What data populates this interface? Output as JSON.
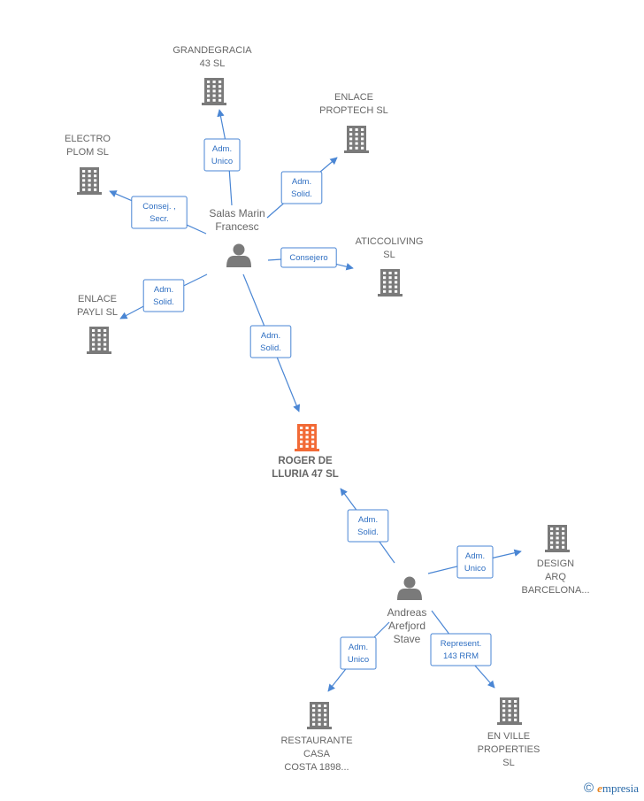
{
  "colors": {
    "company": "#7a7a7a",
    "main_company": "#f26a36",
    "person": "#7a7a7a",
    "edge": "#4a86d4"
  },
  "persons": [
    {
      "id": "salas",
      "lines": [
        "Salas Marin",
        "Francesc"
      ]
    },
    {
      "id": "andreas",
      "lines": [
        "Andreas",
        "Arefjord",
        "Stave"
      ]
    }
  ],
  "companies": [
    {
      "id": "grandegracia",
      "lines": [
        "GRANDEGRACIA",
        "43 SL"
      ],
      "main": false
    },
    {
      "id": "enlace_proptech",
      "lines": [
        "ENLACE",
        "PROPTECH  SL"
      ],
      "main": false
    },
    {
      "id": "electro_plom",
      "lines": [
        "ELECTRO",
        "PLOM SL"
      ],
      "main": false
    },
    {
      "id": "aticcoliving",
      "lines": [
        "ATICCOLIVING",
        "SL"
      ],
      "main": false
    },
    {
      "id": "enlace_payli",
      "lines": [
        "ENLACE",
        "PAYLI  SL"
      ],
      "main": false
    },
    {
      "id": "roger",
      "lines": [
        "ROGER DE",
        "LLURIA 47  SL"
      ],
      "main": true
    },
    {
      "id": "design_arq",
      "lines": [
        "DESIGN",
        "ARQ",
        "BARCELONA..."
      ],
      "main": false
    },
    {
      "id": "restaurante",
      "lines": [
        "RESTAURANTE",
        "CASA",
        "COSTA 1898..."
      ],
      "main": false
    },
    {
      "id": "en_ville",
      "lines": [
        "EN VILLE",
        "PROPERTIES",
        "SL"
      ],
      "main": false
    }
  ],
  "edges": [
    {
      "from": "salas",
      "to": "grandegracia",
      "label": [
        "Adm.",
        "Unico"
      ]
    },
    {
      "from": "salas",
      "to": "enlace_proptech",
      "label": [
        "Adm.",
        "Solid."
      ]
    },
    {
      "from": "salas",
      "to": "electro_plom",
      "label": [
        "Consej. ,",
        "Secr."
      ]
    },
    {
      "from": "salas",
      "to": "aticcoliving",
      "label": [
        "Consejero"
      ]
    },
    {
      "from": "salas",
      "to": "enlace_payli",
      "label": [
        "Adm.",
        "Solid."
      ]
    },
    {
      "from": "salas",
      "to": "roger",
      "label": [
        "Adm.",
        "Solid."
      ]
    },
    {
      "from": "andreas",
      "to": "roger",
      "label": [
        "Adm.",
        "Solid."
      ]
    },
    {
      "from": "andreas",
      "to": "design_arq",
      "label": [
        "Adm.",
        "Unico"
      ]
    },
    {
      "from": "andreas",
      "to": "restaurante",
      "label": [
        "Adm.",
        "Unico"
      ]
    },
    {
      "from": "andreas",
      "to": "en_ville",
      "label": [
        "Represent.",
        "143 RRM"
      ]
    }
  ],
  "watermark": {
    "copyright": "©",
    "brand_initial": "e",
    "brand_rest": "mpresia"
  }
}
